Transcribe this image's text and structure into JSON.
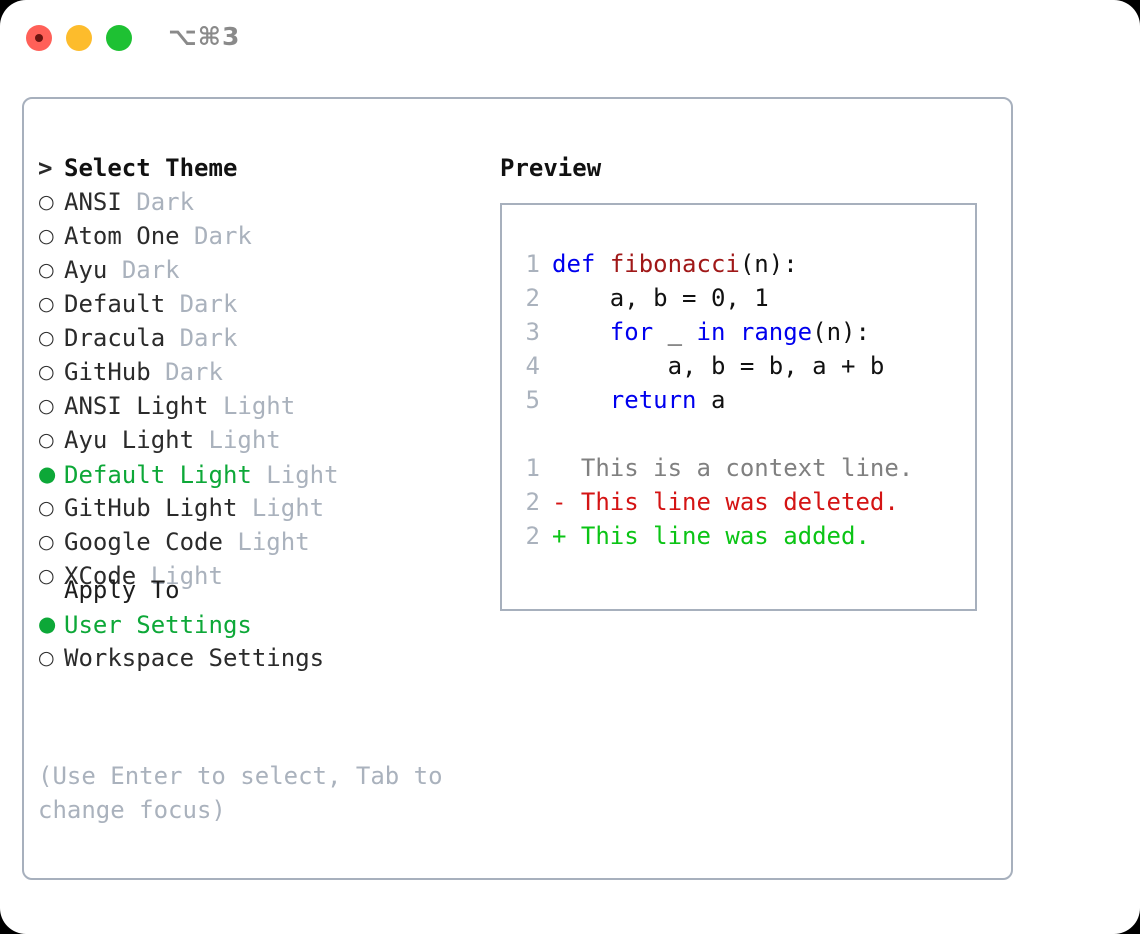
{
  "window": {
    "shortcut": "⌥⌘3",
    "traffic_lights": [
      {
        "name": "close",
        "color": "#ff6058"
      },
      {
        "name": "minimize",
        "color": "#fdbc2c"
      },
      {
        "name": "maximize",
        "color": "#1ec133"
      }
    ]
  },
  "colors": {
    "accent_green": "#0da838",
    "muted": "#aab2bd",
    "border": "#a7b0bd",
    "keyword_blue": "#0000ee",
    "function_red": "#a01818",
    "diff_deleted": "#d41414",
    "diff_added": "#0bc415",
    "diff_context": "#808080"
  },
  "theme_picker": {
    "header": "Select Theme",
    "header_prefix": ">",
    "bullet_unselected": "○",
    "bullet_selected": "●",
    "items": [
      {
        "name": "ANSI",
        "kind": "Dark",
        "selected": false
      },
      {
        "name": "Atom One",
        "kind": "Dark",
        "selected": false
      },
      {
        "name": "Ayu",
        "kind": "Dark",
        "selected": false
      },
      {
        "name": "Default",
        "kind": "Dark",
        "selected": false
      },
      {
        "name": "Dracula",
        "kind": "Dark",
        "selected": false
      },
      {
        "name": "GitHub",
        "kind": "Dark",
        "selected": false
      },
      {
        "name": "ANSI Light",
        "kind": "Light",
        "selected": false
      },
      {
        "name": "Ayu Light",
        "kind": "Light",
        "selected": false
      },
      {
        "name": "Default Light",
        "kind": "Light",
        "selected": true
      },
      {
        "name": "GitHub Light",
        "kind": "Light",
        "selected": false
      },
      {
        "name": "Google Code",
        "kind": "Light",
        "selected": false
      },
      {
        "name": "XCode",
        "kind": "Light",
        "selected": false
      }
    ]
  },
  "apply_to": {
    "header": "Apply To",
    "options": [
      {
        "label": "User Settings",
        "selected": true
      },
      {
        "label": "Workspace Settings",
        "selected": false
      }
    ]
  },
  "hint": "(Use Enter to select, Tab to change focus)",
  "preview": {
    "title": "Preview",
    "code_lines": [
      {
        "num": "1",
        "tokens": [
          {
            "t": "def",
            "c": "kw"
          },
          {
            "t": " ",
            "c": "plain"
          },
          {
            "t": "fibonacci",
            "c": "fn"
          },
          {
            "t": "(n):",
            "c": "plain"
          }
        ]
      },
      {
        "num": "2",
        "tokens": [
          {
            "t": "    a, b = 0, 1",
            "c": "plain"
          }
        ]
      },
      {
        "num": "3",
        "tokens": [
          {
            "t": "    ",
            "c": "plain"
          },
          {
            "t": "for",
            "c": "kw"
          },
          {
            "t": " _ ",
            "c": "plain"
          },
          {
            "t": "in",
            "c": "kw"
          },
          {
            "t": " ",
            "c": "plain"
          },
          {
            "t": "range",
            "c": "kw"
          },
          {
            "t": "(n):",
            "c": "plain"
          }
        ]
      },
      {
        "num": "4",
        "tokens": [
          {
            "t": "        a, b = b, a + b",
            "c": "plain"
          }
        ]
      },
      {
        "num": "5",
        "tokens": [
          {
            "t": "    ",
            "c": "plain"
          },
          {
            "t": "return",
            "c": "kw"
          },
          {
            "t": " a",
            "c": "plain"
          }
        ]
      }
    ],
    "diff_lines": [
      {
        "num": "1",
        "marker": " ",
        "text": "This is a context line.",
        "kind": "diff-ctx"
      },
      {
        "num": "2",
        "marker": "-",
        "text": "This line was deleted.",
        "kind": "diff-del"
      },
      {
        "num": "2",
        "marker": "+",
        "text": "This line was added.",
        "kind": "diff-add"
      }
    ]
  }
}
